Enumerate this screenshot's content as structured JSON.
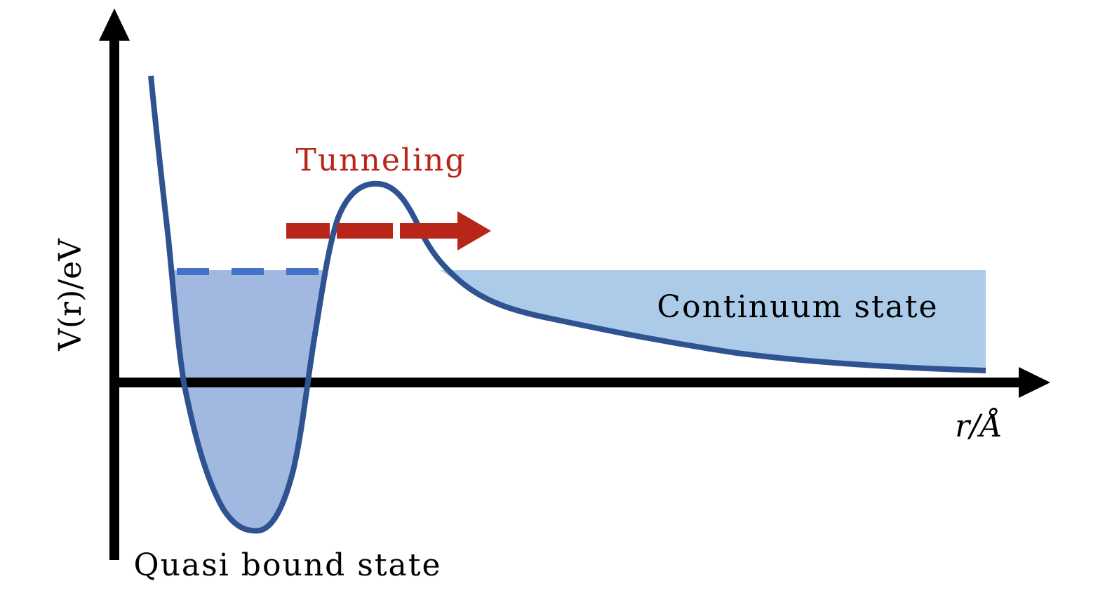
{
  "labels": {
    "y_axis": "V(r)/eV",
    "x_axis": "r/Å",
    "tunneling": "Tunneling",
    "continuum": "Continuum state",
    "quasi_bound": "Quasi bound state"
  },
  "colors": {
    "curve": "#2f5391",
    "well_fill": "#a1b8e0",
    "continuum_fill": "#abcbe9",
    "level_dash": "#4472c4",
    "tunneling": "#b8261a",
    "axis": "#000000"
  }
}
